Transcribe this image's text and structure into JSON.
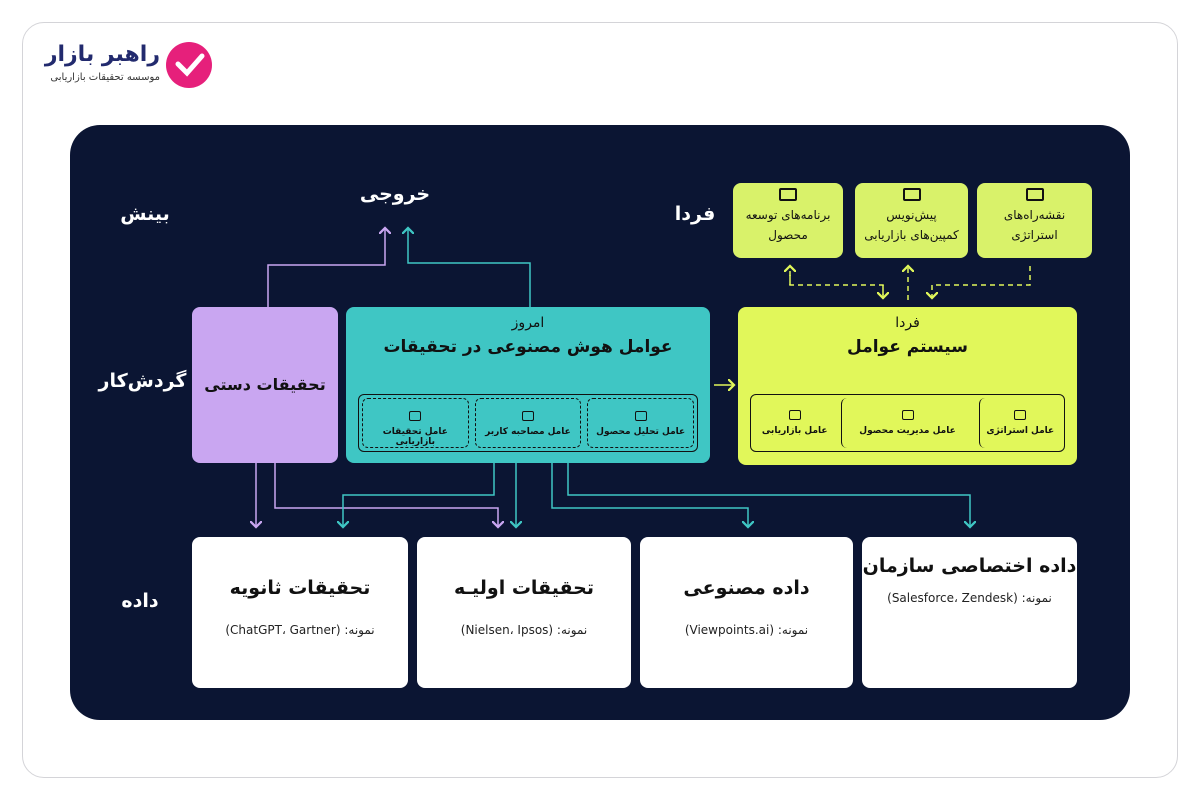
{
  "logo": {
    "name": "راهبر بازار",
    "tagline": "موسسه تحقیقات بازاریابی"
  },
  "row_labels": {
    "insight": "بینش",
    "workflow": "گردش‌کار",
    "data": "داده"
  },
  "output_label": "خروجی",
  "future_label": "فردا",
  "outputs": [
    {
      "line1": "برنامه‌های توسعه",
      "line2": "محصول"
    },
    {
      "line1": "پیش‌نویس",
      "line2": "کمپین‌های بازاریابی"
    },
    {
      "line1": "نقشه‌راه‌های",
      "line2": "استراتژی"
    }
  ],
  "manual": {
    "label": "تحقیقات دستی"
  },
  "today": {
    "subtitle": "امروز",
    "title": "عوامل هوش مصنوعی در تحقیقات",
    "agents": [
      "عامل تحلیل محصول",
      "عامل مصاحبه کاربر",
      "عامل تحقیقات بازاریابی"
    ]
  },
  "future": {
    "subtitle": "فردا",
    "title": "سیستم عوامل",
    "agents": [
      "عامل استراتژی",
      "عامل مدیریت محصول",
      "عامل بازاریابی"
    ]
  },
  "data_cards": [
    {
      "title": "داده اختصاصی سازمان",
      "example": "نمونه: (Salesforce، Zendesk)"
    },
    {
      "title": "داده مصنوعی",
      "example": "نمونه: (Viewpoints.ai)"
    },
    {
      "title": "تحقیقات اولیـه",
      "example": "نمونه: (Nielsen، Ipsos)"
    },
    {
      "title": "تحقیقات ثانویه",
      "example": "نمونه: (ChatGPT، Gartner)"
    }
  ],
  "colors": {
    "panel": "#0b1533",
    "teal": "#3fc6c4",
    "lime": "#e1f75a",
    "lavender": "#c9a6f1",
    "brand": "#e6207b"
  }
}
